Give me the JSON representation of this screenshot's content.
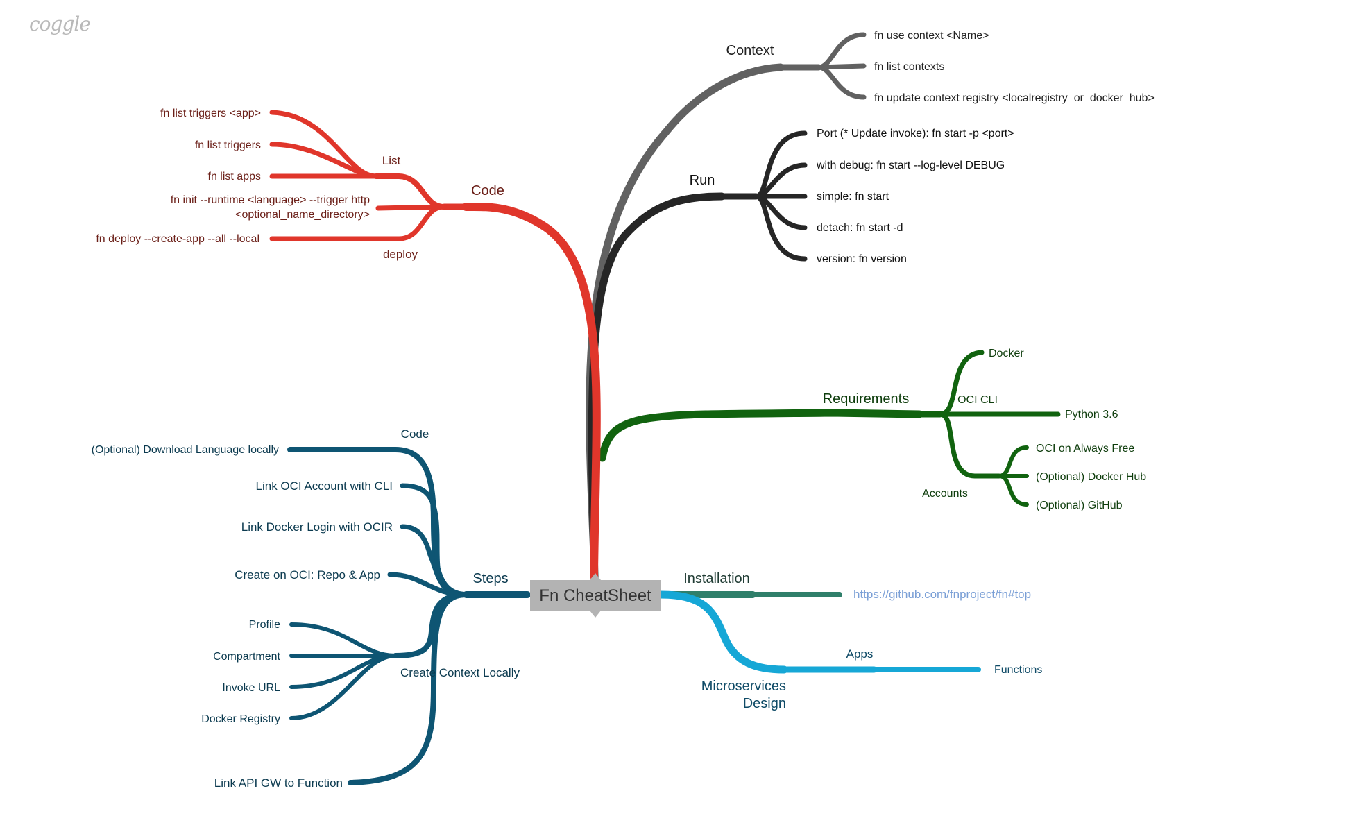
{
  "app": {
    "logo_text": "coggle"
  },
  "colors": {
    "root": "#b3b3b3",
    "code": "#e0362b",
    "code_text": "#6b1f18",
    "context": "#616161",
    "run": "#262626",
    "requirements": "#11630f",
    "steps": "#0e5573",
    "installation": "#2f7f6a",
    "link": "#7a9fd6",
    "microservices": "#16a7d6",
    "microservices_text": "#0e4a66"
  },
  "root": {
    "label": "Fn CheatSheet"
  },
  "code": {
    "label": "Code",
    "list": {
      "label": "List",
      "items": [
        "fn list triggers <app>",
        "fn list triggers",
        "fn list apps"
      ]
    },
    "init": [
      "fn init --runtime <language> --trigger http",
      "<optional_name_directory>"
    ],
    "deploy": {
      "label": "deploy",
      "item": "fn deploy --create-app --all --local"
    }
  },
  "context": {
    "label": "Context",
    "items": [
      "fn use context <Name>",
      "fn list contexts",
      "fn update context registry <localregistry_or_docker_hub>"
    ]
  },
  "run": {
    "label": "Run",
    "items": [
      "Port (* Update invoke): fn start -p <port>",
      "with debug: fn start --log-level DEBUG",
      "simple: fn start",
      "detach: fn start -d",
      "version: fn version"
    ]
  },
  "requirements": {
    "label": "Requirements",
    "docker": "Docker",
    "oci_cli": "OCI CLI",
    "python": "Python 3.6",
    "accounts": {
      "label": "Accounts",
      "items": [
        "OCI on Always Free",
        "(Optional) Docker Hub",
        "(Optional) GitHub"
      ]
    }
  },
  "steps": {
    "label": "Steps",
    "code": {
      "label": "Code",
      "item": "(Optional) Download Language locally"
    },
    "items": [
      "Link OCI Account with CLI",
      "Link Docker Login with OCIR",
      "Create on OCI: Repo & App"
    ],
    "create_context": {
      "label": "Create Context Locally",
      "items": [
        "Profile",
        "Compartment",
        "Invoke URL",
        "Docker Registry"
      ]
    },
    "api_gw": "Link API GW to Function"
  },
  "installation": {
    "label": "Installation",
    "link": "https://github.com/fnproject/fn#top"
  },
  "microservices": {
    "label": [
      "Microservices",
      "Design"
    ],
    "apps": "Apps",
    "functions": "Functions"
  }
}
